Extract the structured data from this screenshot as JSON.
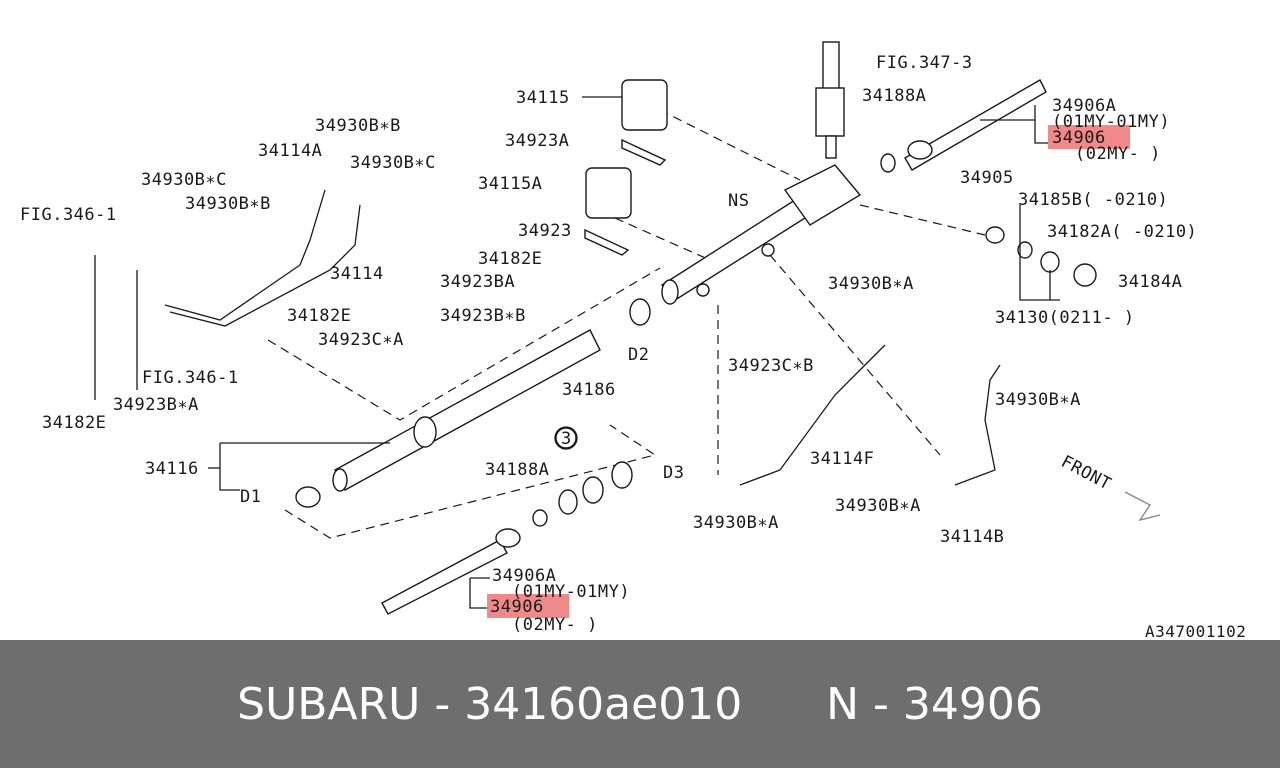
{
  "diagram": {
    "labels": {
      "l_fig347": "FIG.347-3",
      "l_34115": "34115",
      "l_34188a_top": "34188A",
      "l_34906a_top": "34906A",
      "l_01my_top": "(01MY-01MY)",
      "l_34906_top": "34906",
      "l_02my_top": "(02MY-      )",
      "l_34930bb_1": "34930B∗B",
      "l_34114a": "34114A",
      "l_34930bc_1": "34930B∗C",
      "l_34923a": "34923A",
      "l_34930bc_2": "34930B∗C",
      "l_34930bb_2": "34930B∗B",
      "l_34115a": "34115A",
      "l_ns": "NS",
      "l_34905": "34905",
      "l_34185b": "34185B(   -0210)",
      "l_fig346_1": "FIG.346-1",
      "l_34923": "34923",
      "l_34182e_1": "34182E",
      "l_34182a": "34182A(   -0210)",
      "l_34114": "34114",
      "l_34923ba": "34923BA",
      "l_34184a": "34184A",
      "l_34930ba_1": "34930B∗A",
      "l_34182e_2": "34182E",
      "l_34923bb": "34923B∗B",
      "l_34130": "34130(0211-     )",
      "l_34923ca": "34923C∗A",
      "l_d2": "D2",
      "l_34923cb": "34923C∗B",
      "l_fig346_2": "FIG.346-1",
      "l_34930ba_2": "34930B∗A",
      "l_34923ba2": "34923B∗A",
      "l_34182e_3": "34182E",
      "l_34186": "34186",
      "l_circ3": "3",
      "l_34114f": "34114F",
      "l_34116": "34116",
      "l_34188a_bot": "34188A",
      "l_d3": "D3",
      "l_front": "FRONT",
      "l_d1": "D1",
      "l_34930ba_3": "34930B∗A",
      "l_34930ba_4": "34930B∗A",
      "l_34114b": "34114B",
      "l_34906a_bot": "34906A",
      "l_01my_bot": "(01MY-01MY)",
      "l_34906_bot": "34906",
      "l_02my_bot": "(02MY-      )",
      "l_code": "A347001102"
    },
    "highlight_color": "#f08a8a"
  },
  "footer": {
    "text": "SUBARU - 34160ae010      N - 34906"
  }
}
